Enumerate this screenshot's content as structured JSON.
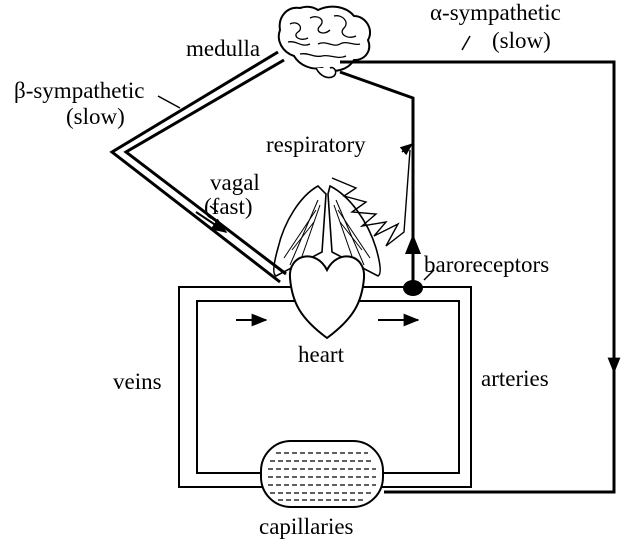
{
  "labels": {
    "medulla": "medulla",
    "alpha_sympathetic": "α-sympathetic",
    "alpha_speed": "(slow)",
    "beta_sympathetic": "β-sympathetic",
    "beta_speed": "(slow)",
    "respiratory": "respiratory",
    "vagal": "vagal",
    "vagal_speed": "(fast)",
    "baroreceptors": "baroreceptors",
    "heart": "heart",
    "veins": "veins",
    "arteries": "arteries",
    "capillaries": "capillaries"
  },
  "icons": {
    "brain": "brain-icon",
    "lungs": "lungs-icon",
    "heart": "heart-icon",
    "capillary_bed": "capillary-bed-icon",
    "baroreceptor": "baroreceptor-icon"
  },
  "colors": {
    "ink": "#000000",
    "background": "#ffffff"
  }
}
